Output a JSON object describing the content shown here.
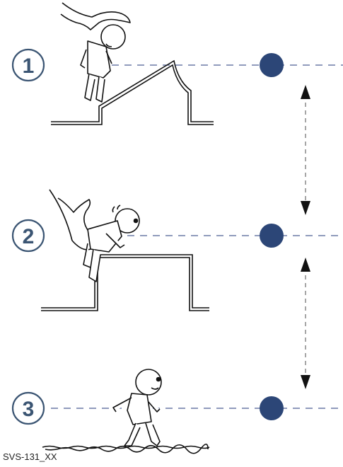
{
  "steps": [
    {
      "number": "1",
      "label": "baby-held-above-sloped-step"
    },
    {
      "number": "2",
      "label": "baby-held-above-flat-step"
    },
    {
      "number": "3",
      "label": "baby-walking-on-ground"
    }
  ],
  "footer": {
    "code": "SVS-131_XX"
  },
  "colors": {
    "dot": "#2c4677",
    "dash": "#6b7aa6",
    "circle": "#3b5573",
    "arrow_dash": "#888888"
  },
  "icons": {
    "arrow": "double-headed-vertical-arrow-icon",
    "marker": "filled-dot-icon"
  }
}
